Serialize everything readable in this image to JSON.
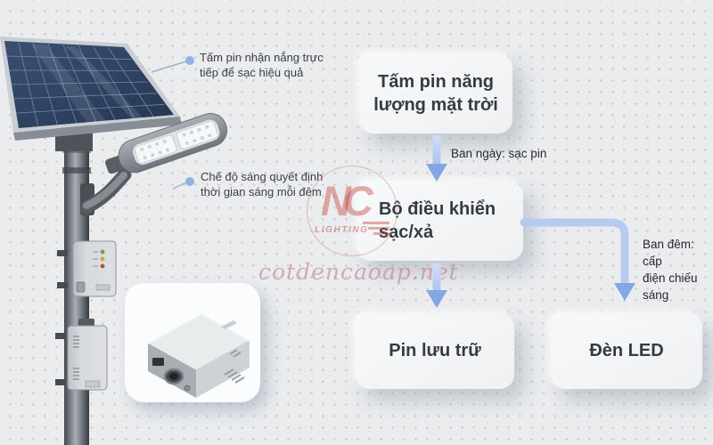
{
  "illustration": {
    "callout_solar": "Tấm pin nhận nắng trực tiếp để sạc hiệu quả",
    "callout_lamp": "Chế độ sáng quyết định thời gian sáng mỗi đêm",
    "controller_leds": [
      "green",
      "yellow",
      "red"
    ]
  },
  "flowchart": {
    "solar_box": "Tấm pin năng\nlượng mặt trời",
    "controller_box": "Bộ điều khiển\nsạc/xả",
    "battery_box": "Pin lưu trữ",
    "led_box": "Đèn LED",
    "day_label": "Ban ngày: sạc pin",
    "night_label": "Ban đêm: cấp\nđiện chiếu sáng"
  },
  "watermark": {
    "logo_main": "NC",
    "logo_sub": "LIGHTING",
    "site": "cotdencaoap.net"
  },
  "colors": {
    "background": "#eaecee",
    "grid_dot": "#c6cacf",
    "node_bg": "#f4f5f7",
    "node_text": "#363b42",
    "arrow_blue": "#b7cbf1",
    "arrow_head": "#82a5e6",
    "callout_dot": "#8fb3e8",
    "panel_navy": "#2c3d5a",
    "watermark_pink": "#bf7a92",
    "logo_red": "#c4403a"
  }
}
